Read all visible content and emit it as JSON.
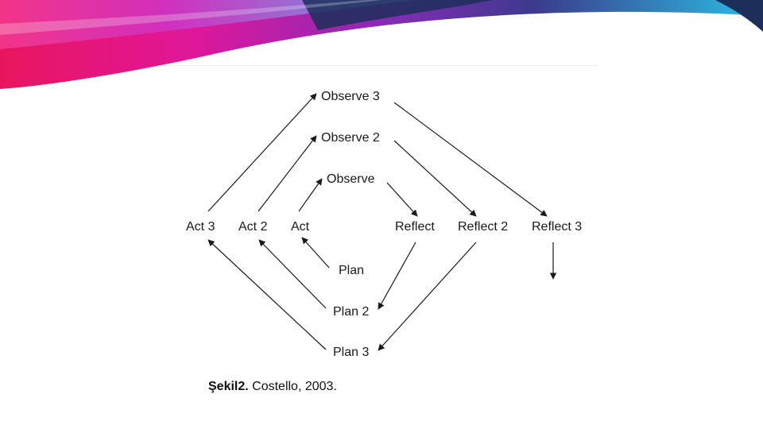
{
  "diagram": {
    "nodes": {
      "observe3": "Observe 3",
      "observe2": "Observe 2",
      "observe": "Observe",
      "act3": "Act 3",
      "act2": "Act 2",
      "act": "Act",
      "reflect": "Reflect",
      "reflect2": "Reflect 2",
      "reflect3": "Reflect 3",
      "plan": "Plan",
      "plan2": "Plan 2",
      "plan3": "Plan 3"
    }
  },
  "caption": {
    "label": "Şekil2.",
    "text": " Costello, 2003."
  },
  "colors": {
    "banner_magenta": "#e0179a",
    "banner_purple": "#6a1fb0",
    "banner_navy": "#1c2f5a",
    "banner_cyan": "#2bc0e4",
    "arrow": "#1a1a1a"
  }
}
